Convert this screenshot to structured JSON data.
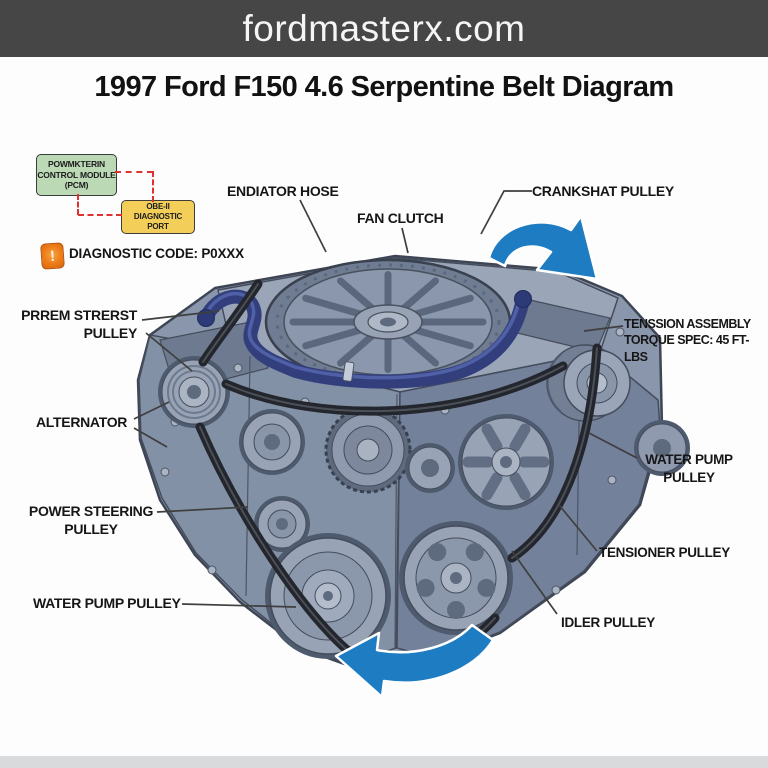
{
  "header": {
    "site_name": "fordmasterx.com"
  },
  "title": "1997 Ford F150 4.6 Serpentine Belt Diagram",
  "diagnostic": {
    "pcm_box": "POWMKTERIN\nCONTROL MODULE\n(PCM)",
    "obd_box": "OBE-II\nDIAGNOSTIC\nPORT",
    "warning_glyph": "!",
    "code_text": "DIAGNOSTIC CODE: P0XXX"
  },
  "labels": {
    "radiator_hose": "ENDIATOR HOSE",
    "fan_clutch": "FAN CLUTCH",
    "crankshaft_pulley": "CRANKSHAT PULLEY",
    "premium_pulley": "PRREM STRERST\nPULLEY",
    "alternator": "ALTERNATOR",
    "power_steering_pulley": "POWER STEERING\nPULLEY",
    "water_pump_pulley_left": "WATER PUMP PULLEY",
    "tension_assembly": "TENSSION ASSEMBLY\nTORQUE SPEC: 45 FT-LBS",
    "water_pump_pulley_right": "WATER PUMP\nPULLEY",
    "tensioner_pulley": "TENSIONER PULLEY",
    "idler_pulley": "IDLER PULLEY"
  },
  "colors": {
    "header_bg": "#464646",
    "accent_blue": "#1e7dc2",
    "hose_blue": "#333f7d",
    "engine_gray": "#8a96ab",
    "pcm_green": "#bcd9b6",
    "obd_yellow": "#f3cf5a",
    "warning_orange": "#ec7b17",
    "dash_red": "#e03131"
  }
}
